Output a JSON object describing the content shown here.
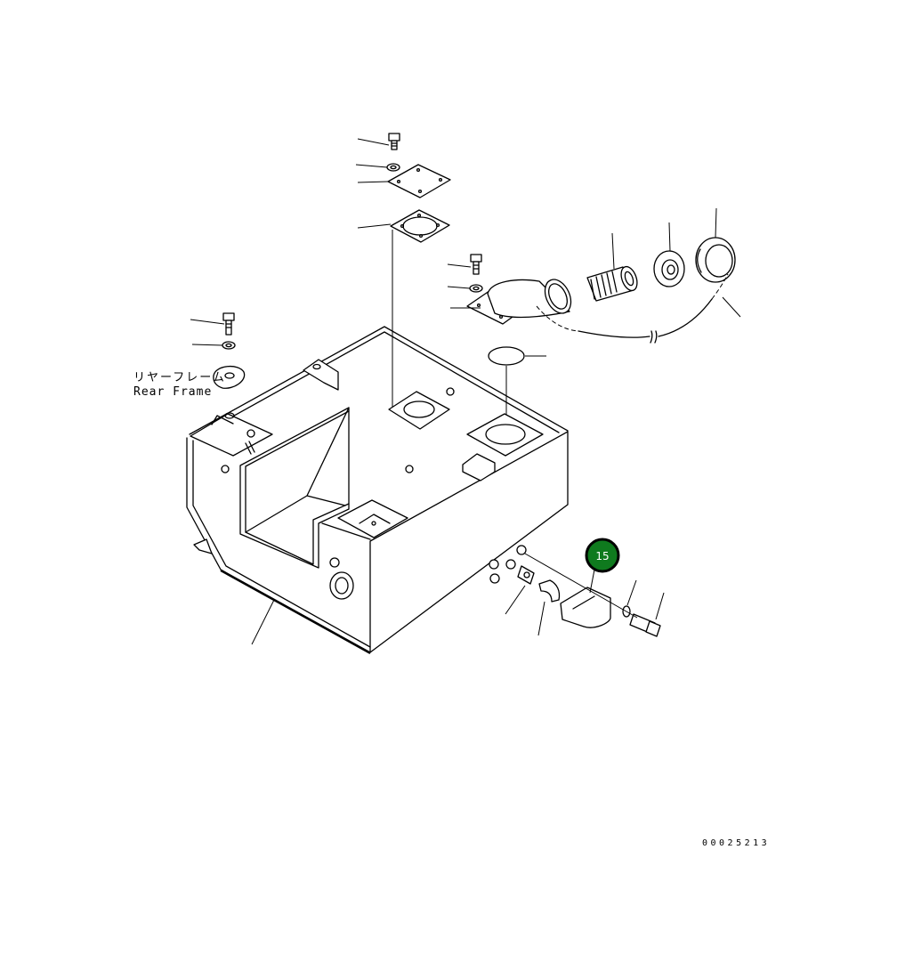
{
  "labels": {
    "rear_frame_jp": "リヤーフレーム",
    "rear_frame_en": "Rear Frame",
    "drawing_number": "00025213"
  },
  "callout": {
    "number": "15",
    "fill_color": "#0f7a1e",
    "ring_color": "#000000",
    "text_color": "#ffffff"
  }
}
